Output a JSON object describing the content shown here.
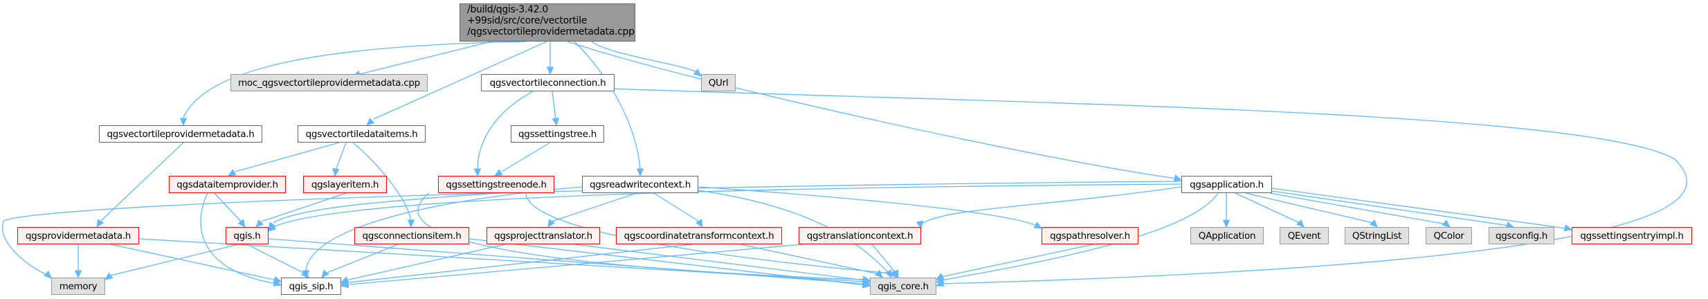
{
  "root": {
    "lines": [
      "/build/qgis-3.42.0",
      "+99sid/src/core/vectortile",
      "/qgsvectortileprovidermetadata.cpp"
    ]
  },
  "nodes": {
    "moc": "moc_qgsvectortileprovidermetadata.cpp",
    "vtconnection": "qgsvectortileconnection.h",
    "qurl": "QUrl",
    "vtprovidermetadata": "qgsvectortileprovidermetadata.h",
    "vtdataitems": "qgsvectortiledataitems.h",
    "settingstree": "qgssettingstree.h",
    "dataitemprovider": "qgsdataitemprovider.h",
    "layeritem": "qgslayeritem.h",
    "settingstreenode": "qgssettingstreenode.h",
    "readwritecontext": "qgsreadwritecontext.h",
    "application": "qgsapplication.h",
    "providermetadata": "qgsprovidermetadata.h",
    "qgis": "qgis.h",
    "connectionsitem": "qgsconnectionsitem.h",
    "projecttranslator": "qgsprojecttranslator.h",
    "coordtransformcontext": "qgscoordinatetransformcontext.h",
    "translationcontext": "qgstranslationcontext.h",
    "pathresolver": "qgspathresolver.h",
    "qapplication": "QApplication",
    "qevent": "QEvent",
    "qstringlist": "QStringList",
    "qcolor": "QColor",
    "config": "qgsconfig.h",
    "settingsentryimpl": "qgssettingsentryimpl.h",
    "memory": "memory",
    "qgis_sip": "qgis_sip.h",
    "qgis_core": "qgis_core.h"
  },
  "colors": {
    "edge": "#63b8ff",
    "root_fill": "#999999",
    "external_fill": "#e0e0e0",
    "incomplete_border": "#ff0000",
    "incomplete_fill": "#fff0f0"
  }
}
